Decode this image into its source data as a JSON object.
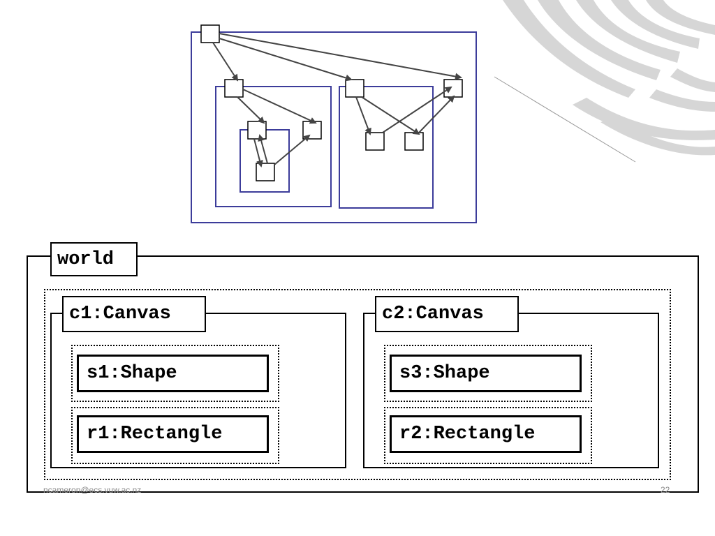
{
  "ownership_diagram": {
    "outer_color": "#3c3c9a",
    "node_color": "#000000",
    "arrow_color": "#444444"
  },
  "world": {
    "label": "world",
    "canvases": [
      {
        "label": "c1:Canvas",
        "shapes": [
          "s1:Shape",
          "r1:Rectangle"
        ]
      },
      {
        "label": "c2:Canvas",
        "shapes": [
          "s3:Shape",
          "r2:Rectangle"
        ]
      }
    ]
  },
  "footer": {
    "email": "ncameron@ecs.vuw.ac.nz",
    "page_number": "22"
  }
}
